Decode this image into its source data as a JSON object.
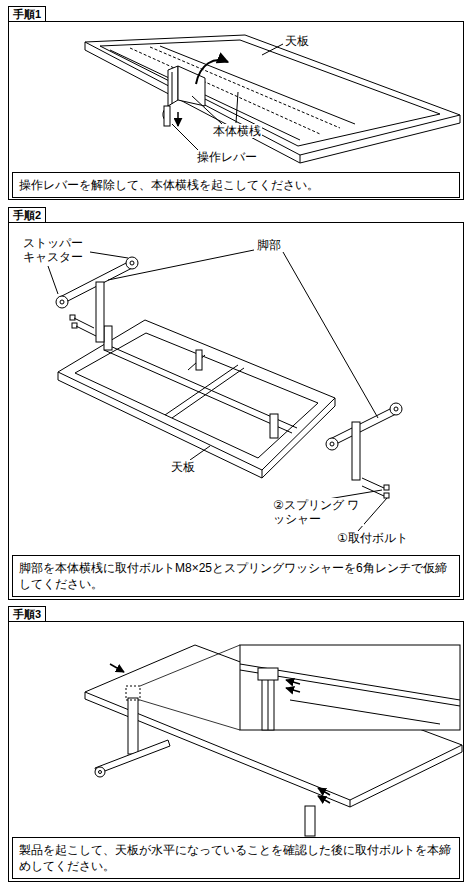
{
  "diagram": {
    "nodes": [
      {
        "text": [
          "手順1"
        ]
      },
      {
        "text": [
          "操作レバーを解除して、本体横桟を起こしてください。"
        ],
        "in": 0
      },
      {
        "text": [
          "手順2"
        ]
      },
      {
        "text": [
          "脚部を本体横桟に取付ボルトM8×25とスプリングワッシャーを6角レンチで仮締してください。"
        ],
        "in": 2
      },
      {
        "text": [
          "手順3"
        ]
      },
      {
        "text": [
          "製品を起こして、天板が水平になっていることを確認した後に取付ボルトを本締めしてください。"
        ],
        "in": 4
      }
    ],
    "labels": [
      "天板",
      "本体横桟",
      "操作レバー",
      "ストッパー キャスター",
      "脚部",
      "天板",
      "②スプリング ワッシャー",
      "①取付ボルト"
    ]
  }
}
